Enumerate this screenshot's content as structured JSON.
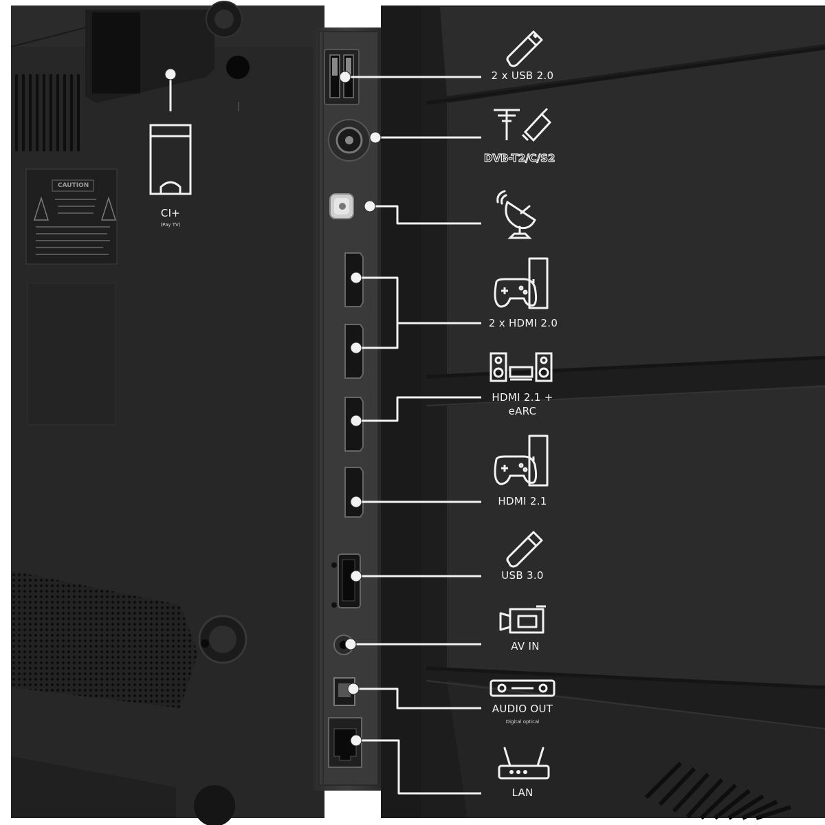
{
  "colors": {
    "tv_body": "#262626",
    "tv_body_dark": "#1c1c1c",
    "port_strip": "#3b3b3b",
    "stand_panel": "#2a2a2a",
    "annotation": "#f2f2f2"
  },
  "panel": {
    "ci": {
      "label": "CI+",
      "sublabel": "(Pay TV)",
      "icon": "ci-card-icon"
    },
    "warning_label": {
      "text": "CAUTION"
    }
  },
  "connectors": [
    {
      "id": "usb2",
      "label": "2 x USB 2.0",
      "icon": "usb-stick-icon"
    },
    {
      "id": "dvb",
      "label": "DVB-T2/C/S2",
      "icon": "antenna-cable-icon"
    },
    {
      "id": "sat",
      "label": "",
      "icon": "satellite-dish-icon"
    },
    {
      "id": "hdmi20",
      "label": "2 x HDMI 2.0",
      "icon": "game-console-icon"
    },
    {
      "id": "hdmi21earc",
      "label": "HDMI 2.1 + eARC",
      "label_lines": [
        "HDMI 2.1 +",
        "eARC"
      ],
      "icon": "speaker-system-icon"
    },
    {
      "id": "hdmi21",
      "label": "HDMI 2.1",
      "icon": "game-console-icon"
    },
    {
      "id": "usb3",
      "label": "USB 3.0",
      "icon": "usb-stick-icon"
    },
    {
      "id": "avin",
      "label": "AV IN",
      "icon": "camcorder-icon"
    },
    {
      "id": "audioout",
      "label": "AUDIO OUT",
      "sublabel": "Digital optical",
      "icon": "soundbar-icon"
    },
    {
      "id": "lan",
      "label": "LAN",
      "icon": "router-icon"
    }
  ]
}
